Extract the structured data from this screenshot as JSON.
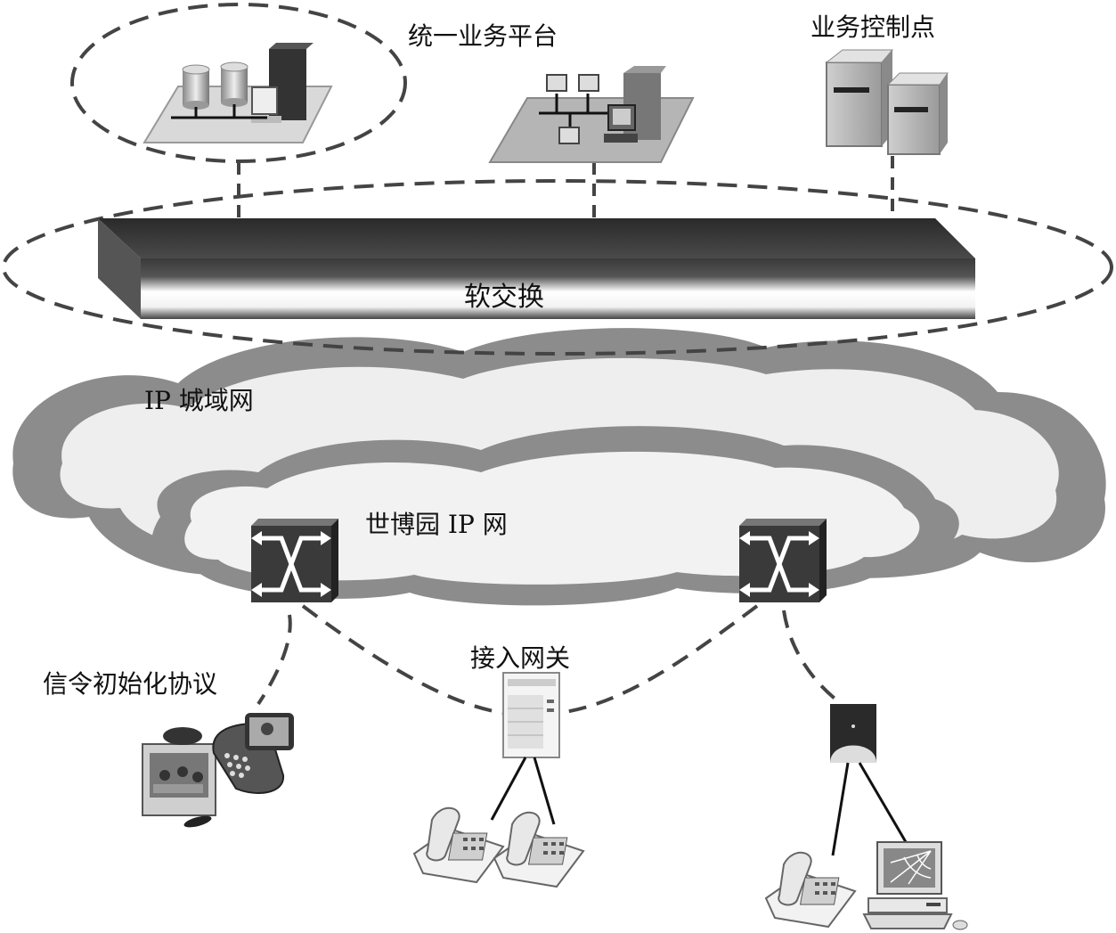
{
  "labels": {
    "unified_platform": "统一业务平台",
    "service_control_point": "业务控制点",
    "softswitch": "软交换",
    "ip_metro": "IP 城域网",
    "expo_ip": "世博园 IP 网",
    "access_gateway": "接入网关",
    "sip": "信令初始化协议"
  },
  "colors": {
    "dashed_line": "#444444",
    "cloud_outer_rim": "#8c8c8c",
    "cloud_fill": "#eeeeee",
    "switch_face": "#3a3a3a",
    "softswitch_dark": "#3c3c3c"
  }
}
